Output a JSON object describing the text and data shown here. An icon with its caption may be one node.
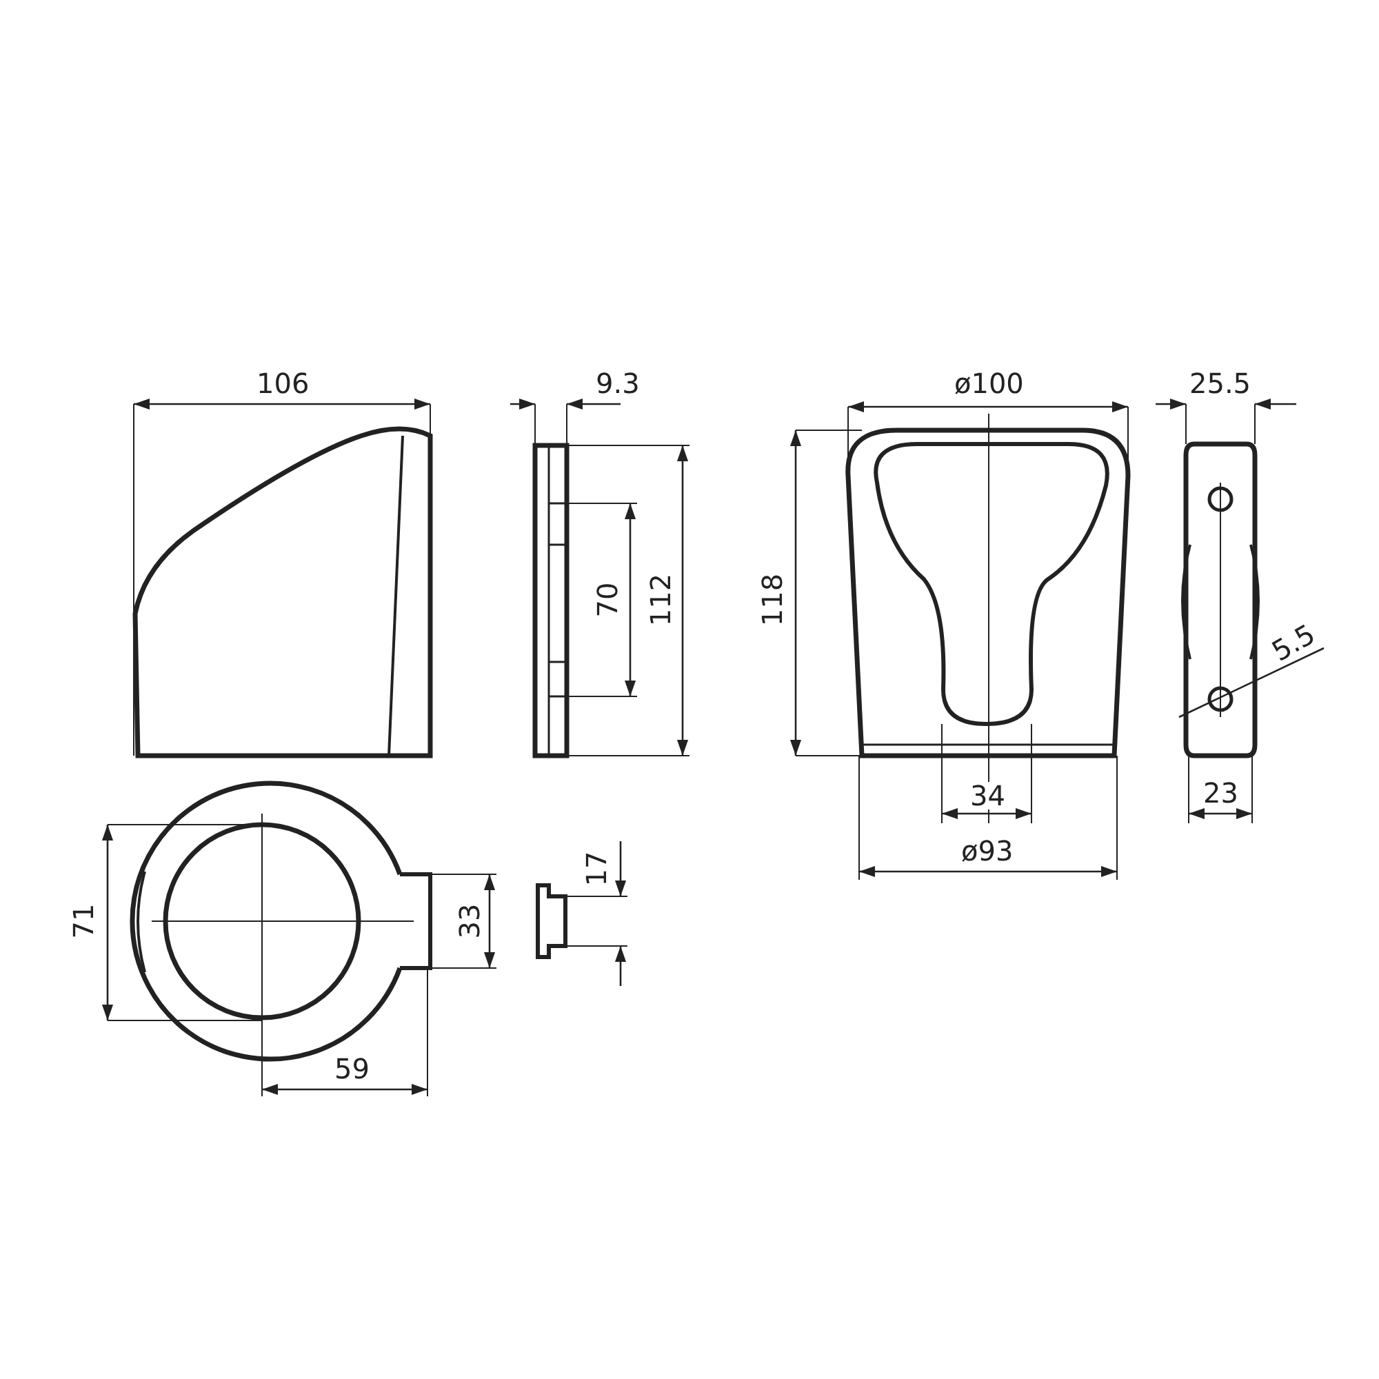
{
  "diagram": {
    "labels": [
      "106",
      "9.3",
      "ø100",
      "25.5",
      "118",
      "70",
      "112",
      "5.5",
      "34",
      "23",
      "ø93",
      "17",
      "71",
      "33",
      "59"
    ]
  }
}
